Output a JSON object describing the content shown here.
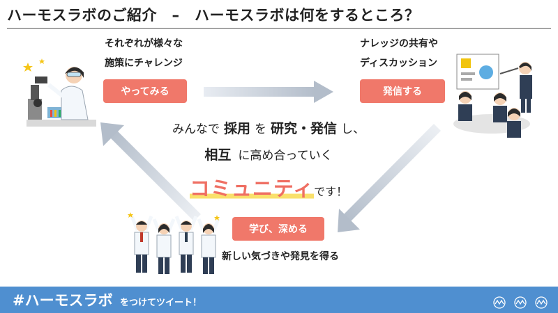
{
  "header": {
    "title": "ハーモスラボのご紹介　–　ハーモスラボは何をするところ？"
  },
  "top_left": {
    "caption_line1": "それぞれが様々な",
    "caption_line2": "施策にチャレンジ",
    "button": "やってみる"
  },
  "top_right": {
    "caption_line1": "ナレッジの共有や",
    "caption_line2": "ディスカッション",
    "button": "発信する"
  },
  "bottom": {
    "button": "学び、深める",
    "caption": "新しい気づきや発見を得る"
  },
  "center": {
    "l1_a": "みんなで",
    "l1_b": "採用",
    "l1_c": "を",
    "l1_d": "研究・発信",
    "l1_e": "し、",
    "l2_a": "相互",
    "l2_b": "に高め合っていく",
    "l3_a": "コミュニティ",
    "l3_b": "です！"
  },
  "footer": {
    "hashtag": "#ハーモスラボ",
    "tweet": "をつけてツイート！"
  },
  "colors": {
    "accent_pill": "#f0786a",
    "highlight": "#f9e06b",
    "footer_bg": "#4f8fd0",
    "arrow": "#b8c2cf"
  },
  "icons": {
    "top_left": "scientist-with-microscope-illustration",
    "top_right": "presentation-meeting-illustration",
    "bottom": "cheering-team-in-lab-coats-illustration",
    "footer_logo": "harmos-logo-icon"
  }
}
